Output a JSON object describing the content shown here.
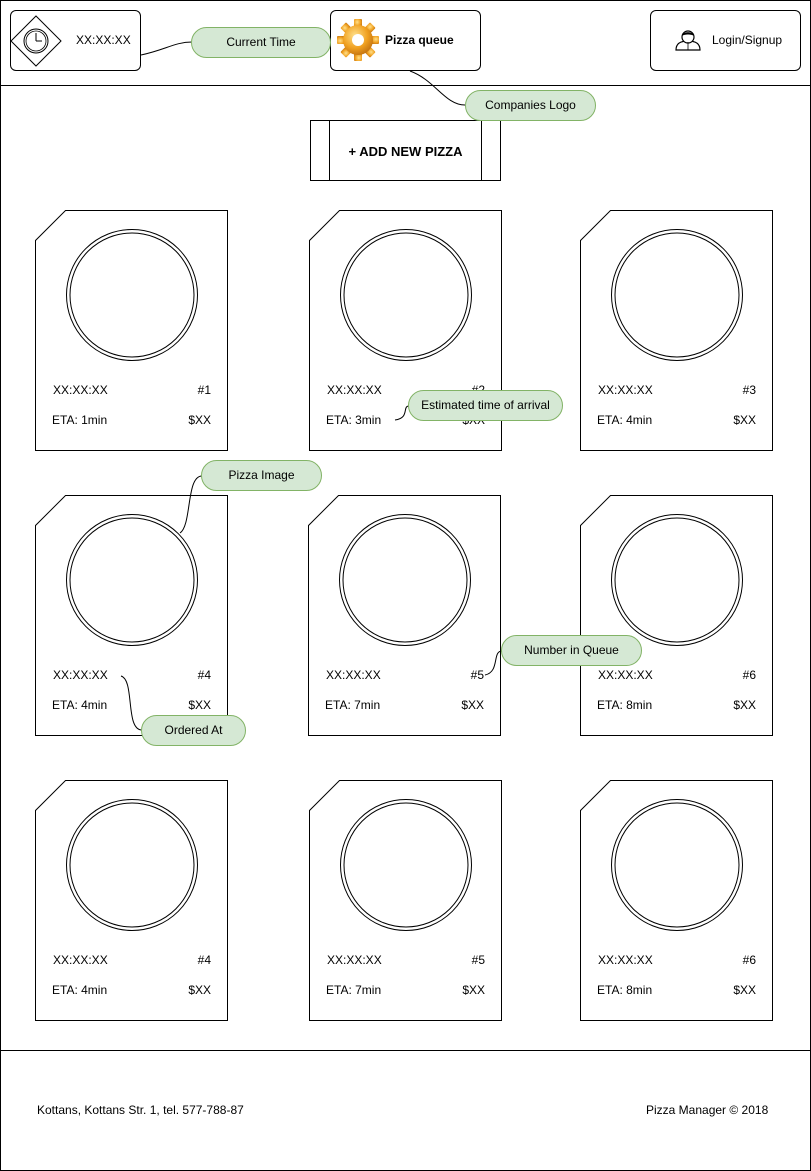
{
  "header": {
    "clock": {
      "time": "XX:XX:XX",
      "icon": "clock-icon"
    },
    "logo": {
      "title": "Pizza queue",
      "icon": "gear-icon"
    },
    "login": {
      "label": "Login/Signup",
      "icon": "user-icon"
    }
  },
  "add_button": {
    "label": "+ ADD NEW PIZZA"
  },
  "pizzas": [
    {
      "ordered_at": "XX:XX:XX",
      "number": "#1",
      "eta": "ETA: 1min",
      "price": "$XX"
    },
    {
      "ordered_at": "XX:XX:XX",
      "number": "#2",
      "eta": "ETA: 3min",
      "price": "$XX"
    },
    {
      "ordered_at": "XX:XX:XX",
      "number": "#3",
      "eta": "ETA: 4min",
      "price": "$XX"
    },
    {
      "ordered_at": "XX:XX:XX",
      "number": "#4",
      "eta": "ETA: 4min",
      "price": "$XX"
    },
    {
      "ordered_at": "XX:XX:XX",
      "number": "#5",
      "eta": "ETA: 7min",
      "price": "$XX"
    },
    {
      "ordered_at": "XX:XX:XX",
      "number": "#6",
      "eta": "ETA: 8min",
      "price": "$XX"
    },
    {
      "ordered_at": "XX:XX:XX",
      "number": "#4",
      "eta": "ETA: 4min",
      "price": "$XX"
    },
    {
      "ordered_at": "XX:XX:XX",
      "number": "#5",
      "eta": "ETA: 7min",
      "price": "$XX"
    },
    {
      "ordered_at": "XX:XX:XX",
      "number": "#6",
      "eta": "ETA: 8min",
      "price": "$XX"
    }
  ],
  "annotations": {
    "current_time": "Current Time",
    "companies_logo": "Companies Logo",
    "eta": "Estimated time of arrival",
    "pizza_image": "Pizza Image",
    "number_in_queue": "Number in Queue",
    "ordered_at": "Ordered At"
  },
  "footer": {
    "address": "Kottans, Kottans Str. 1, tel. 577-788-87",
    "copyright": "Pizza Manager © 2018"
  },
  "colors": {
    "callout_fill": "#d5e8d4",
    "callout_stroke": "#82b366",
    "logo_gear": "#f0a020"
  }
}
